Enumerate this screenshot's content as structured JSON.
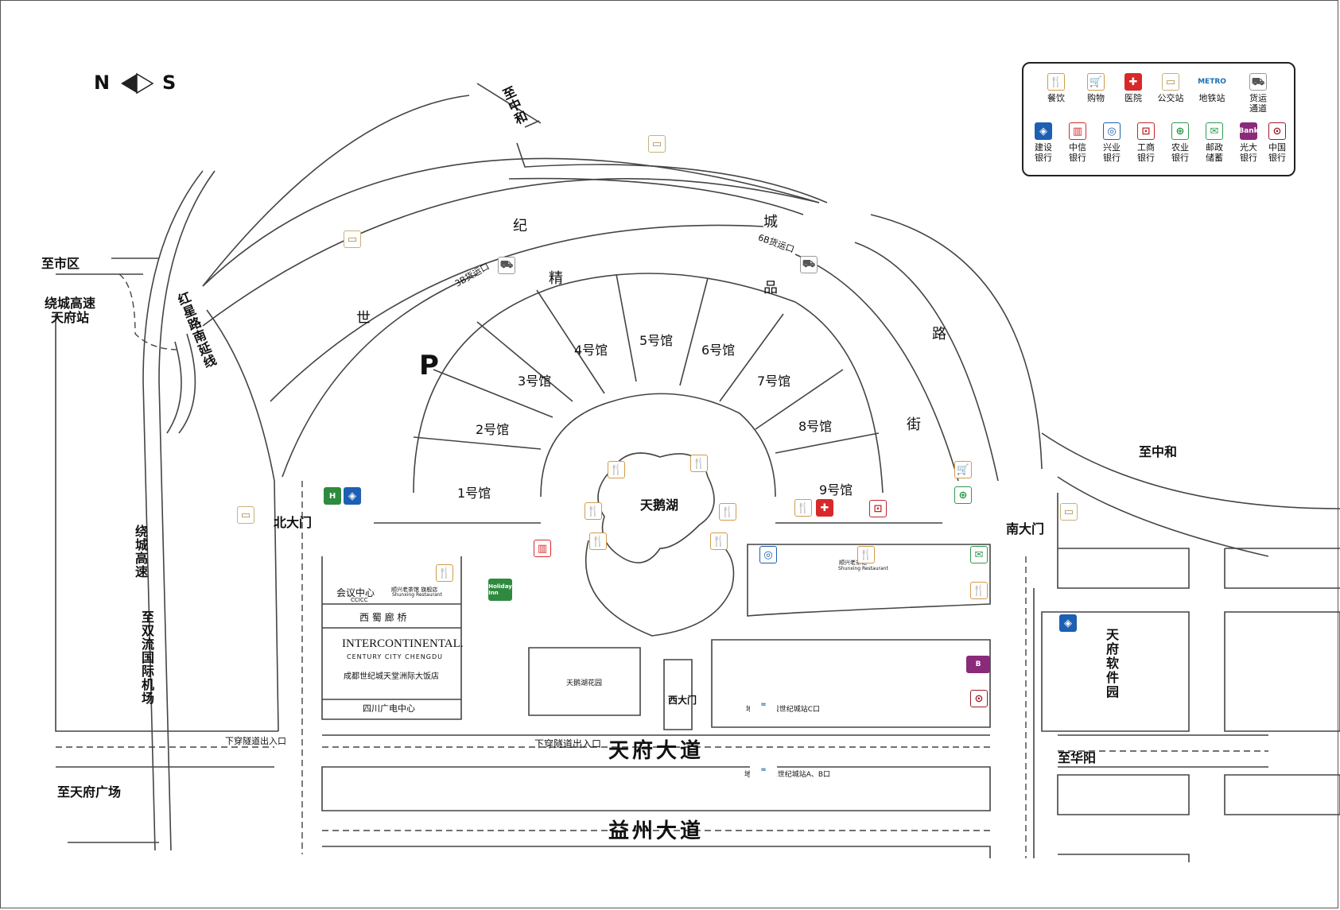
{
  "compass": {
    "n": "N",
    "s": "S"
  },
  "legend": {
    "row1": [
      {
        "icon": "food-icon",
        "label": "餐饮"
      },
      {
        "icon": "shopping-icon",
        "label": "购物"
      },
      {
        "icon": "hospital-icon",
        "label": "医院"
      },
      {
        "icon": "bus-stop-icon",
        "label": "公交站"
      },
      {
        "icon": "metro-icon",
        "label": "地铁站"
      },
      {
        "icon": "truck-icon",
        "label": "货运通道"
      }
    ],
    "row2": [
      {
        "icon": "ccb-icon",
        "label": "建设银行"
      },
      {
        "icon": "citic-icon",
        "label": "中信银行"
      },
      {
        "icon": "cib-icon",
        "label": "兴业银行"
      },
      {
        "icon": "icbc-icon",
        "label": "工商银行"
      },
      {
        "icon": "abc-icon",
        "label": "农业银行"
      },
      {
        "icon": "postal-icon",
        "label": "邮政储蓄"
      },
      {
        "icon": "ceb-icon",
        "label": "光大银行"
      },
      {
        "icon": "boc-icon",
        "label": "中国银行"
      }
    ],
    "metro_mark": "METRO",
    "ceb_mark": "Bank"
  },
  "roads": {
    "zhizhonghe_top": "至中和",
    "zhishiqu": "至市区",
    "raocheng_tianfu": "绕城高速天府站",
    "hongxing": "红星路南延线",
    "raocheng": "绕城高速",
    "zhishuangliu": "至双流国际机场",
    "zhitianfu": "至天府广场",
    "zhizhonghe_right": "至中和",
    "zhihuayang": "至华阳",
    "tianfu_dadao": "天府大道",
    "yizhou_dadao": "益州大道",
    "shiji_chars": [
      "世",
      "纪",
      "城"
    ],
    "jingpin_chars": [
      "精",
      "品",
      "路",
      "街"
    ]
  },
  "gates": {
    "north": "北大门",
    "south": "南大门",
    "west": "西大门",
    "tunnel_left": "下穿隧道出入口",
    "tunnel_mid": "下穿隧道出入口"
  },
  "cargo": {
    "b3": "3B货运口",
    "b6": "6B货运口"
  },
  "halls": [
    "1号馆",
    "2号馆",
    "3号馆",
    "4号馆",
    "5号馆",
    "6号馆",
    "7号馆",
    "8号馆",
    "9号馆"
  ],
  "parking": "P",
  "lake": "天鹅湖",
  "lake_garden": "天鹅湖花园",
  "buildings": {
    "ccicc": "会议中心",
    "ccicc_en": "CCICC",
    "shunxing": "顺兴老茶馆 旗舰店",
    "shunxing_en": "Shunxing Restaurant",
    "xishu": "西 蜀 廊 桥",
    "intercontinental_brand": "INTERCONTINENTAL.",
    "intercontinental_sub": "CENTURY CITY CHENGDU",
    "intercontinental_cn": "成都世纪城天堂洲际大饭店",
    "sichuan_tv": "四川广电中心",
    "holiday_inn": "Holiday Inn",
    "shunxing2": "顺兴老茶馆",
    "shunxing2_en": "Shunxing Restaurant",
    "software_park": "天府软件园"
  },
  "metro": {
    "c_exit": "地铁1号线世纪城站C口",
    "ab_exit": "地铁1号线世纪城站A、B口"
  }
}
